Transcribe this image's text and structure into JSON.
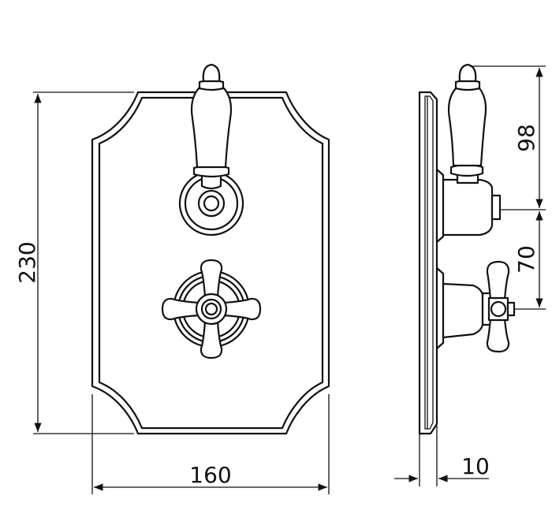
{
  "dimensions": {
    "height": "230",
    "width": "160",
    "depth": "10",
    "upper_offset": "98",
    "lower_offset": "70"
  },
  "colors": {
    "line": "#111111",
    "background": "#ffffff"
  }
}
